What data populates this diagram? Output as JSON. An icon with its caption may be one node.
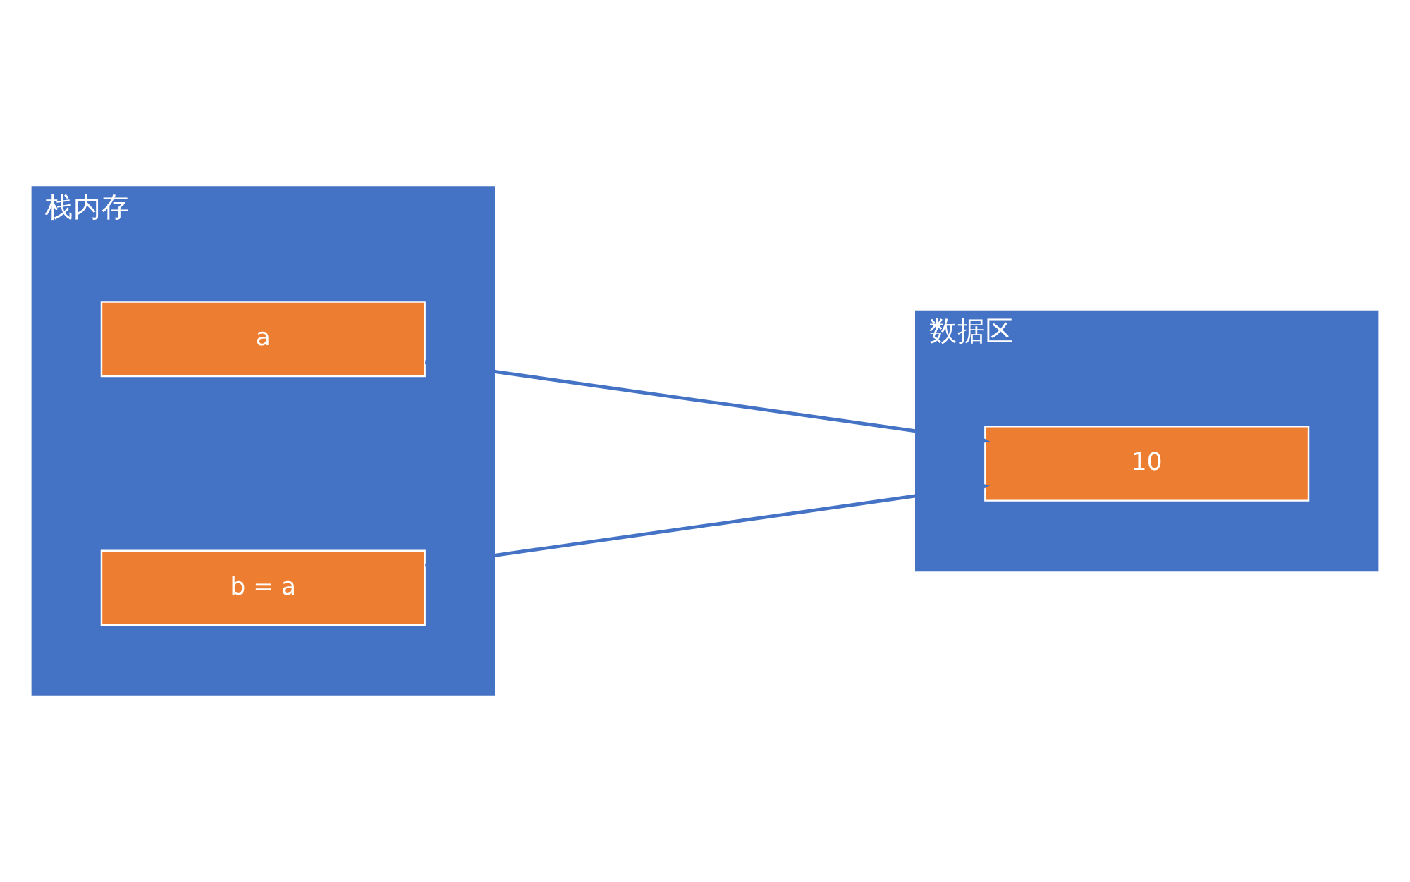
{
  "diagram": {
    "nodes": [
      {
        "text": [
          "栈内存"
        ]
      },
      {
        "text": [
          "a"
        ],
        "in": 0
      },
      {
        "text": [
          "b = a"
        ],
        "in": 0
      },
      {
        "text": [
          "数据区"
        ]
      },
      {
        "text": [
          "10"
        ],
        "in": 3
      }
    ],
    "edges": [
      {
        "from": 1,
        "to": 4,
        "arrow": "to"
      },
      {
        "from": 2,
        "to": 4,
        "arrow": "to"
      }
    ]
  }
}
